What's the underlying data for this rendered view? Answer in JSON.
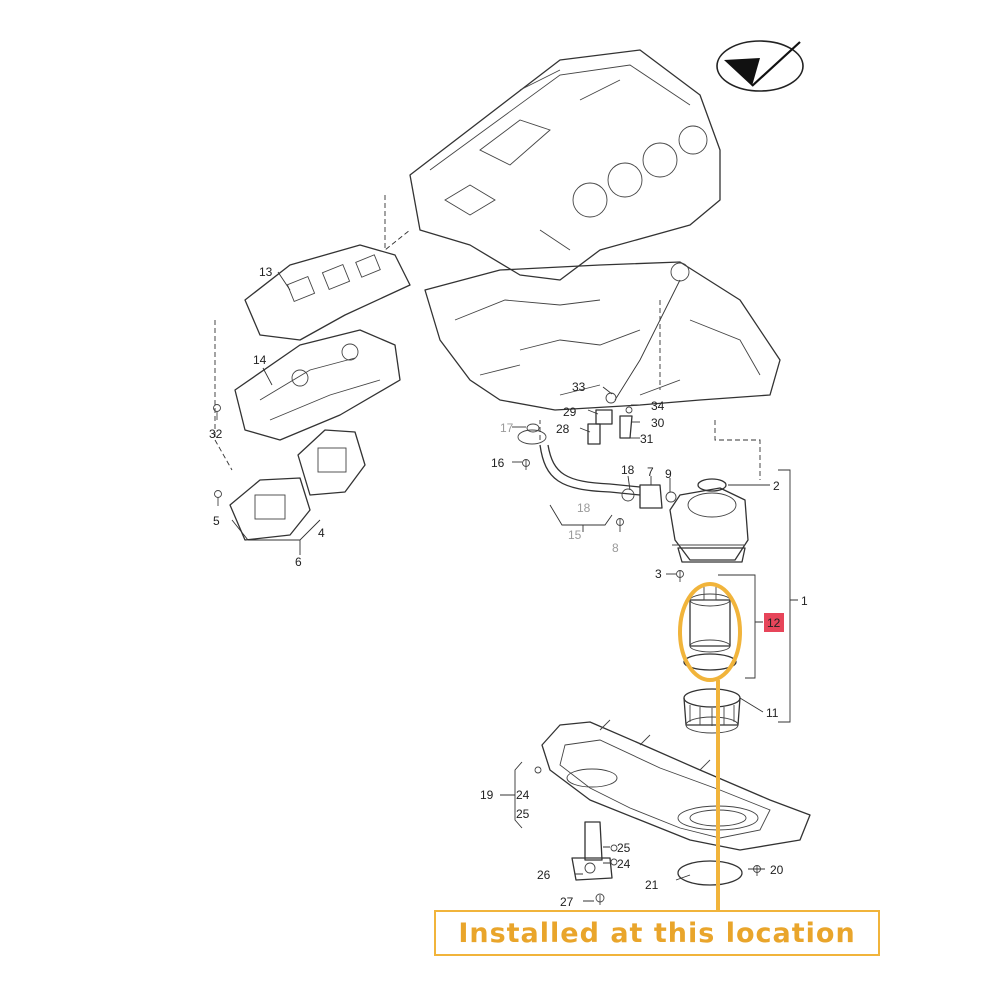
{
  "labels": {
    "l1": "1",
    "l2": "2",
    "l3": "3",
    "l4": "4",
    "l5": "5",
    "l6": "6",
    "l7": "7",
    "l8": "8",
    "l9": "9",
    "l11": "11",
    "l12": "12",
    "l13": "13",
    "l14": "14",
    "l15": "15",
    "l16": "16",
    "l17": "17",
    "l18a": "18",
    "l18b": "18",
    "l19": "19",
    "l20": "20",
    "l21": "21",
    "l24a": "24",
    "l24b": "24",
    "l25a": "25",
    "l25b": "25",
    "l26": "26",
    "l27": "27",
    "l28": "28",
    "l29": "29",
    "l30": "30",
    "l31": "31",
    "l32": "32",
    "l33": "33",
    "l34": "34"
  },
  "callout": {
    "text": "Installed at this location"
  },
  "colors": {
    "highlight": "#f1b43b",
    "highlight_text": "#e9a52b",
    "badge": "#e7455a",
    "line": "#333333"
  },
  "icons": {
    "logo": "checkmark-arrow-logo"
  }
}
